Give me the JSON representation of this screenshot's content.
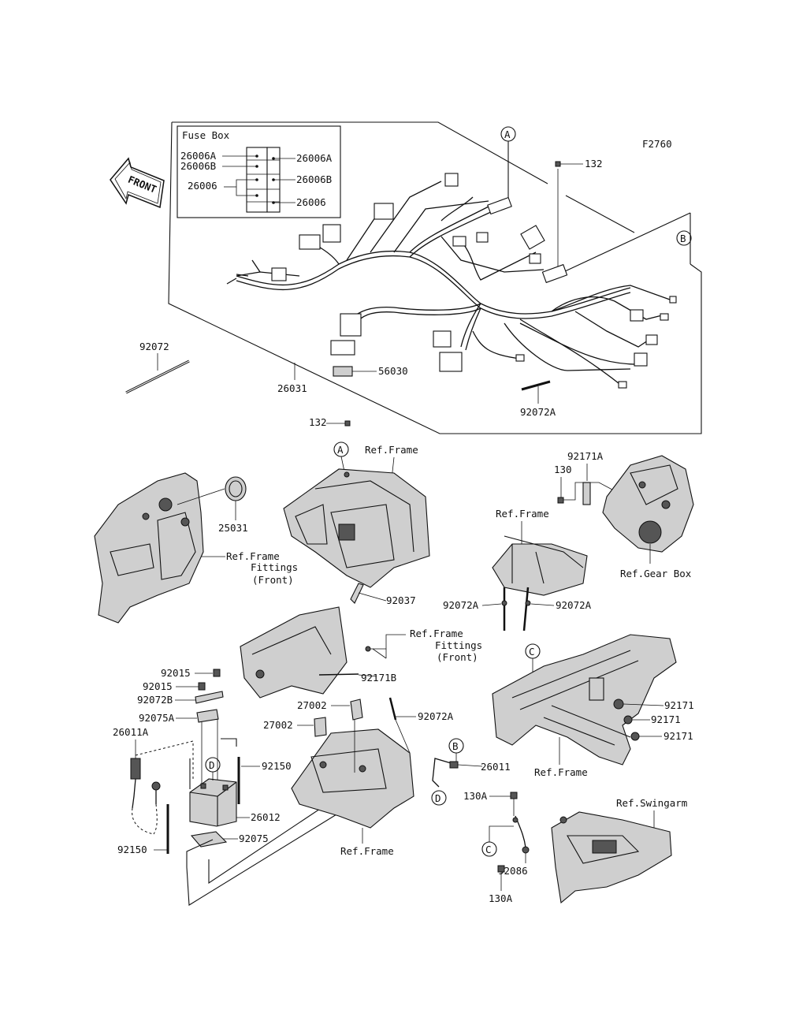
{
  "diagram_code": "F2760",
  "fuse_box": {
    "title": "Fuse Box",
    "left_labels": [
      "26006A",
      "26006B",
      "26006"
    ],
    "right_labels": [
      "26006A",
      "26006B",
      "26006"
    ]
  },
  "front_arrow": "FRONT",
  "callouts": {
    "A": "A",
    "B": "B",
    "C": "C",
    "D": "D"
  },
  "labels": {
    "p132_top": "132",
    "p26031": "26031",
    "p56030": "56030",
    "p92072": "92072",
    "p92072A_harness": "92072A",
    "p132_mid": "132",
    "ref_frame_1": "Ref.Frame",
    "p25031": "25031",
    "ref_frame_fittings_1": "Ref.Frame",
    "fittings_1": "Fittings",
    "front_1": "(Front)",
    "p92171A": "92171A",
    "p130": "130",
    "ref_frame_2": "Ref.Frame",
    "ref_gear_box": "Ref.Gear Box",
    "p92072A_l": "92072A",
    "p92072A_r": "92072A",
    "p92037": "92037",
    "ref_frame_fittings_2": "Ref.Frame",
    "fittings_2": "Fittings",
    "front_2": "(Front)",
    "p92171B": "92171B",
    "p92015_a": "92015",
    "p92015_b": "92015",
    "p92072B": "92072B",
    "p92075A": "92075A",
    "p26011A": "26011A",
    "p27002_a": "27002",
    "p27002_b": "27002",
    "p92072A_batt": "92072A",
    "p92150_r": "92150",
    "p26012": "26012",
    "p92075": "92075",
    "p92150_l": "92150",
    "ref_frame_3": "Ref.Frame",
    "p26011": "26011",
    "p92171_1": "92171",
    "p92171_2": "92171",
    "p92171_3": "92171",
    "ref_frame_4": "Ref.Frame",
    "p130A_top": "130A",
    "ref_swingarm": "Ref.Swingarm",
    "p92086": "92086",
    "p130A_bot": "130A"
  }
}
